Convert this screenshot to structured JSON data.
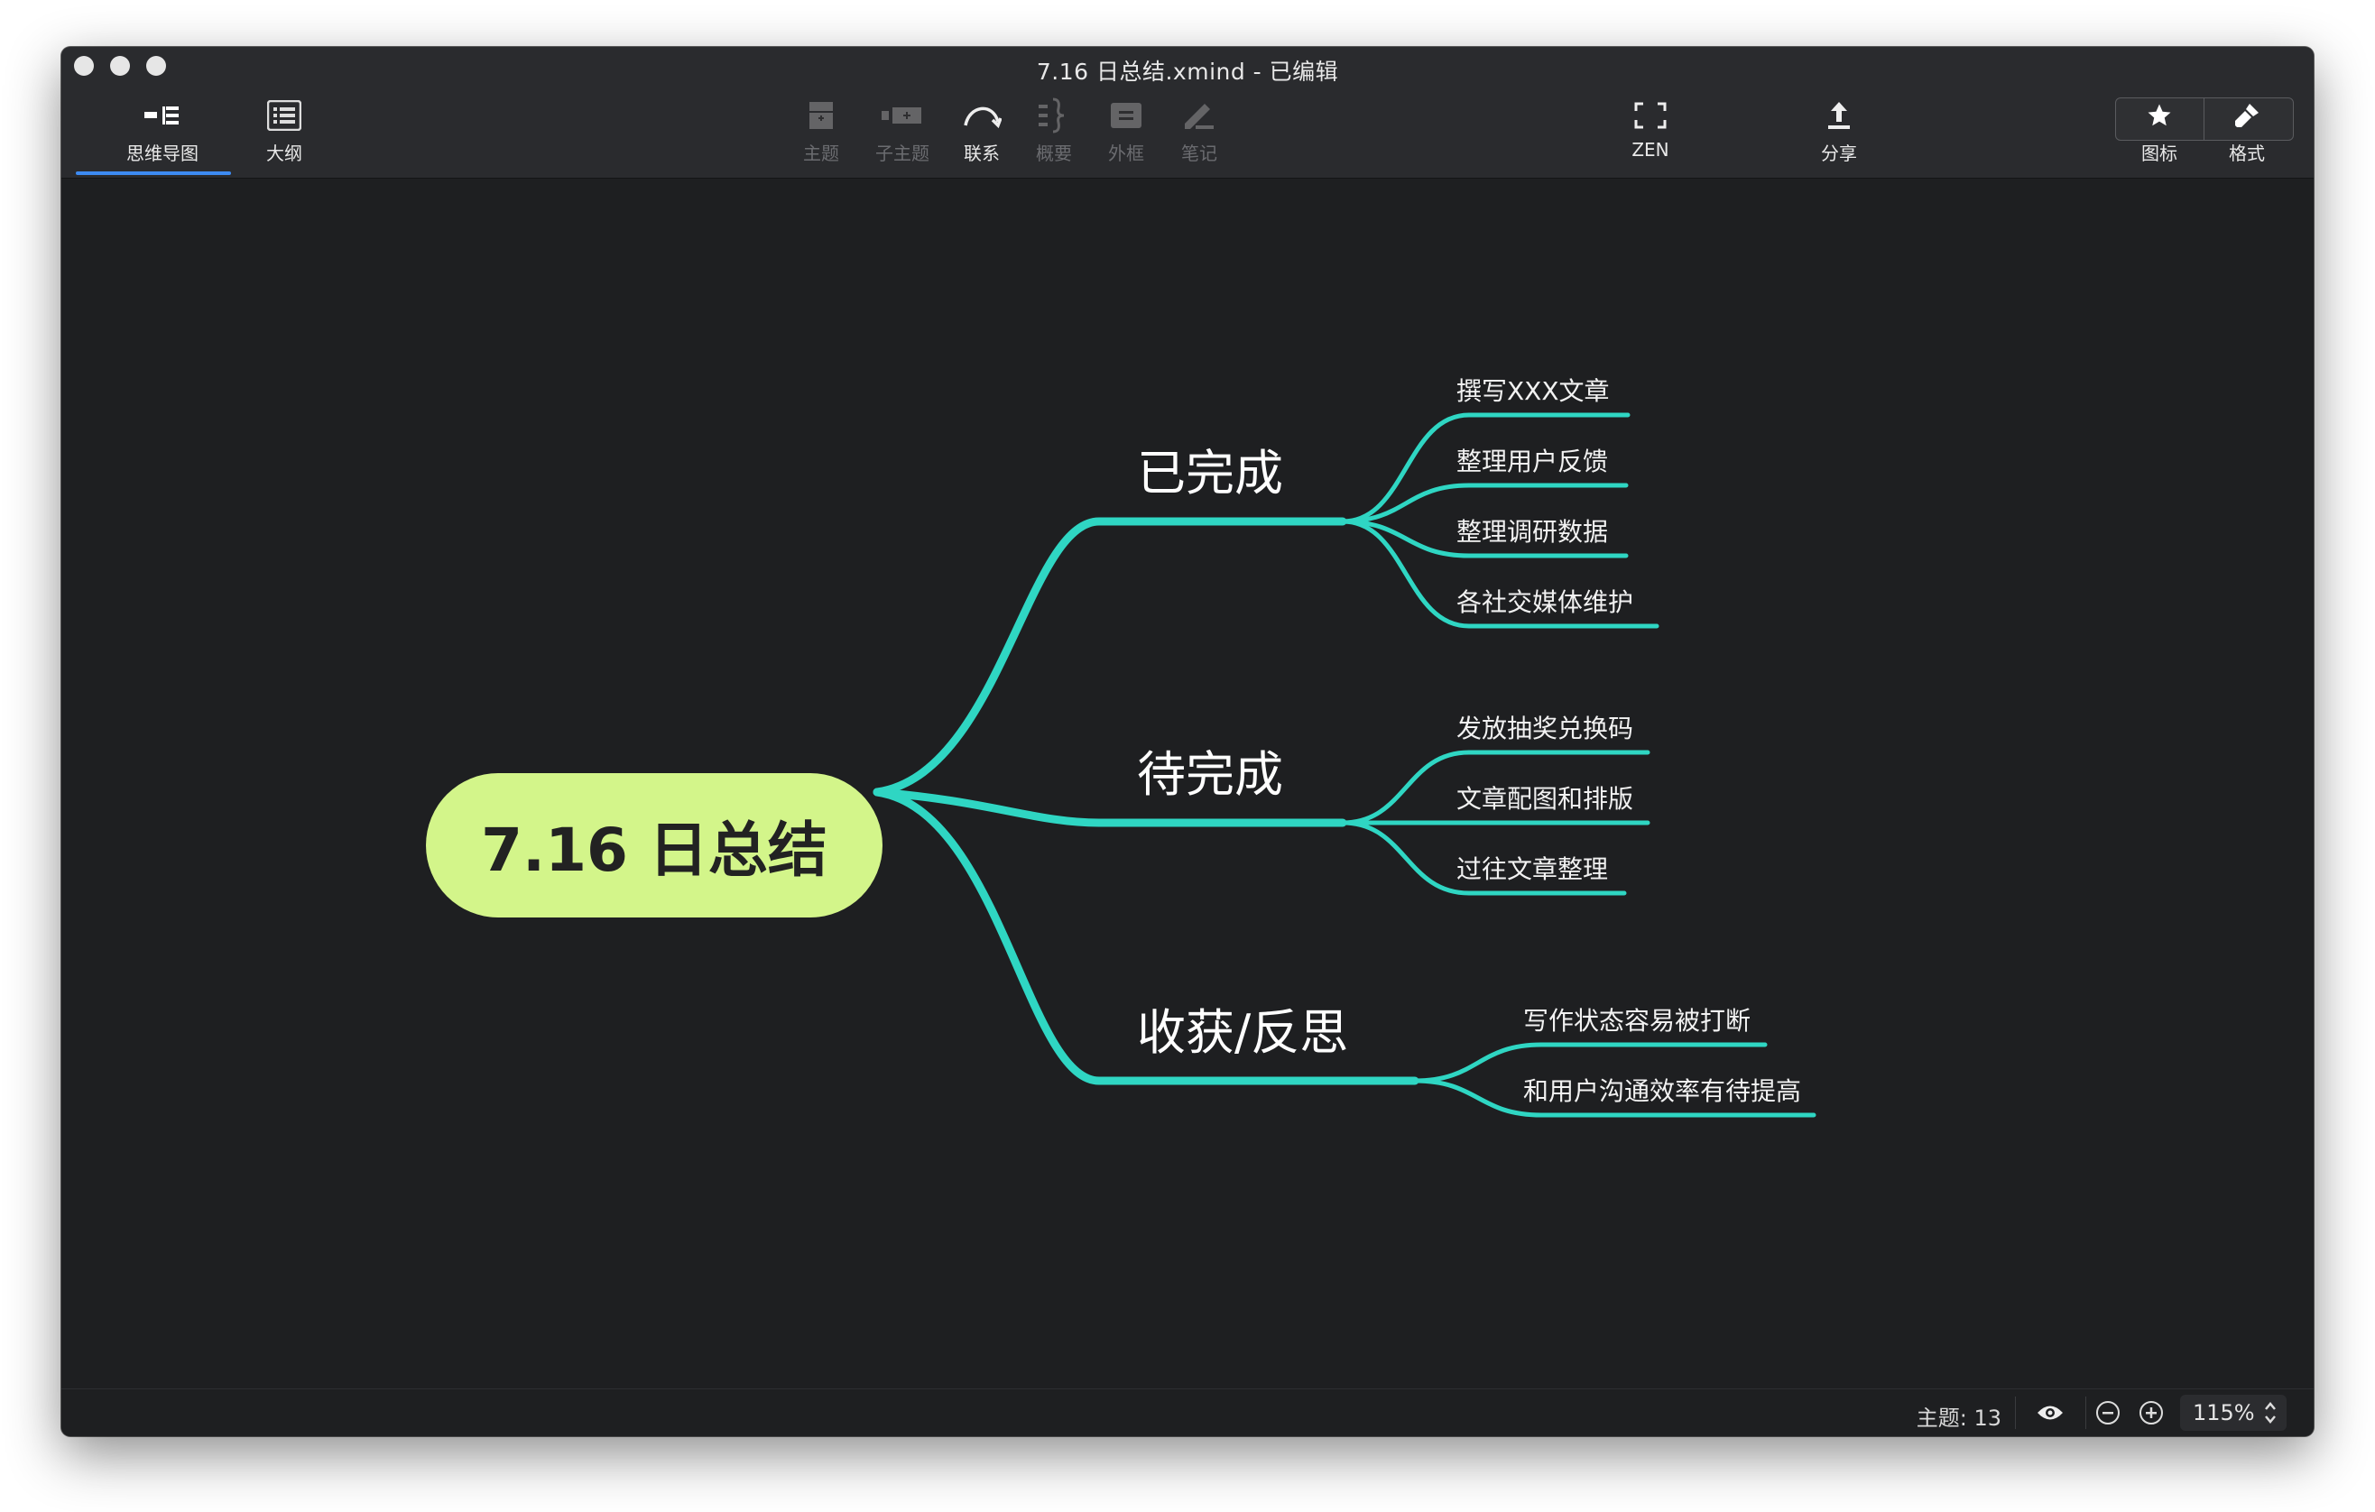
{
  "window": {
    "title": "7.16 日总结.xmind - 已编辑"
  },
  "toolbar": {
    "views": [
      {
        "label": "思维导图",
        "icon": "mindmap-view-icon",
        "active": true
      },
      {
        "label": "大纲",
        "icon": "outline-view-icon",
        "active": false
      }
    ],
    "insert": [
      {
        "label": "主题",
        "icon": "topic-icon",
        "enabled": false
      },
      {
        "label": "子主题",
        "icon": "subtopic-icon",
        "enabled": false
      },
      {
        "label": "联系",
        "icon": "relationship-icon",
        "enabled": true
      },
      {
        "label": "概要",
        "icon": "summary-icon",
        "enabled": false
      },
      {
        "label": "外框",
        "icon": "boundary-icon",
        "enabled": false
      },
      {
        "label": "笔记",
        "icon": "note-icon",
        "enabled": false
      }
    ],
    "zen": {
      "label": "ZEN",
      "icon": "zen-icon"
    },
    "share": {
      "label": "分享",
      "icon": "share-icon"
    },
    "panels": [
      {
        "label": "图标",
        "icon": "star-icon"
      },
      {
        "label": "格式",
        "icon": "brush-icon"
      }
    ]
  },
  "mindmap": {
    "central": "7.16 日总结",
    "colors": {
      "central_fill": "#d3f58a",
      "branch": "#2fd6c3",
      "background": "#1e1f21"
    },
    "branches": [
      {
        "label": "已完成",
        "children": [
          "撰写XXX文章",
          "整理用户反馈",
          "整理调研数据",
          "各社交媒体维护"
        ]
      },
      {
        "label": "待完成",
        "children": [
          "发放抽奖兑换码",
          "文章配图和排版",
          "过往文章整理"
        ]
      },
      {
        "label": "收获/反思",
        "children": [
          "写作状态容易被打断",
          "和用户沟通效率有待提高"
        ]
      }
    ]
  },
  "status": {
    "topic_count": "主题: 13",
    "zoom": "115%"
  }
}
